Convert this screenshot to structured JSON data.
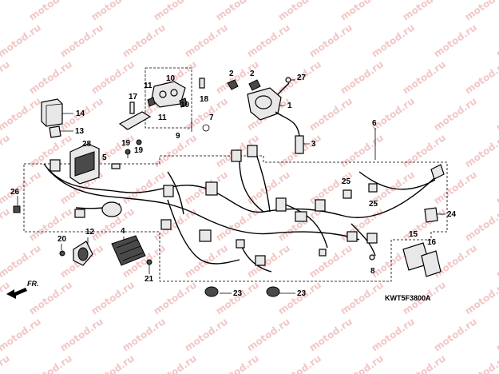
{
  "watermark": {
    "text": "motod.ru",
    "color": "#f2c7c7"
  },
  "callouts": [
    {
      "id": "callout-1",
      "text": "1"
    },
    {
      "id": "callout-2a",
      "text": "2"
    },
    {
      "id": "callout-2b",
      "text": "2"
    },
    {
      "id": "callout-3",
      "text": "3"
    },
    {
      "id": "callout-4",
      "text": "4"
    },
    {
      "id": "callout-5",
      "text": "5"
    },
    {
      "id": "callout-6",
      "text": "6"
    },
    {
      "id": "callout-7",
      "text": "7"
    },
    {
      "id": "callout-8",
      "text": "8"
    },
    {
      "id": "callout-9",
      "text": "9"
    },
    {
      "id": "callout-10a",
      "text": "10"
    },
    {
      "id": "callout-10b",
      "text": "10"
    },
    {
      "id": "callout-11a",
      "text": "11"
    },
    {
      "id": "callout-11b",
      "text": "11"
    },
    {
      "id": "callout-12",
      "text": "12"
    },
    {
      "id": "callout-13",
      "text": "13"
    },
    {
      "id": "callout-14",
      "text": "14"
    },
    {
      "id": "callout-15",
      "text": "15"
    },
    {
      "id": "callout-16",
      "text": "16"
    },
    {
      "id": "callout-17",
      "text": "17"
    },
    {
      "id": "callout-18",
      "text": "18"
    },
    {
      "id": "callout-19a",
      "text": "19"
    },
    {
      "id": "callout-19b",
      "text": "19"
    },
    {
      "id": "callout-20",
      "text": "20"
    },
    {
      "id": "callout-21",
      "text": "21"
    },
    {
      "id": "callout-23a",
      "text": "23"
    },
    {
      "id": "callout-23b",
      "text": "23"
    },
    {
      "id": "callout-24",
      "text": "24"
    },
    {
      "id": "callout-25a",
      "text": "25"
    },
    {
      "id": "callout-25b",
      "text": "25"
    },
    {
      "id": "callout-26",
      "text": "26"
    },
    {
      "id": "callout-27",
      "text": "27"
    },
    {
      "id": "callout-28",
      "text": "28"
    }
  ],
  "front_arrow_label": "FR.",
  "diagram_code": "KWT5F3800A"
}
